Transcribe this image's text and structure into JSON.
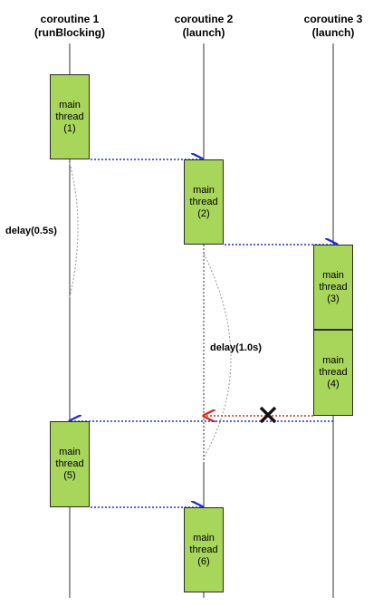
{
  "columns": [
    {
      "title": "coroutine 1",
      "subtitle": "(runBlocking)"
    },
    {
      "title": "coroutine 2",
      "subtitle": "(launch)"
    },
    {
      "title": "coroutine 3",
      "subtitle": "(launch)"
    }
  ],
  "blocks": [
    {
      "line1": "main",
      "line2": "thread",
      "line3": "(1)"
    },
    {
      "line1": "main",
      "line2": "thread",
      "line3": "(2)"
    },
    {
      "line1": "main",
      "line2": "thread",
      "line3": "(3)"
    },
    {
      "line1": "main",
      "line2": "thread",
      "line3": "(4)"
    },
    {
      "line1": "main",
      "line2": "thread",
      "line3": "(5)"
    },
    {
      "line1": "main",
      "line2": "thread",
      "line3": "(6)"
    }
  ],
  "delays": {
    "first": "delay(0.5s)",
    "second": "delay(1.0s)"
  },
  "colors": {
    "block_fill": "#a8d65a",
    "arrow_blue": "#1f2fd0",
    "arrow_red": "#d02a1a",
    "cross": "#111111"
  },
  "icons": {
    "cancel": "cross-icon"
  }
}
